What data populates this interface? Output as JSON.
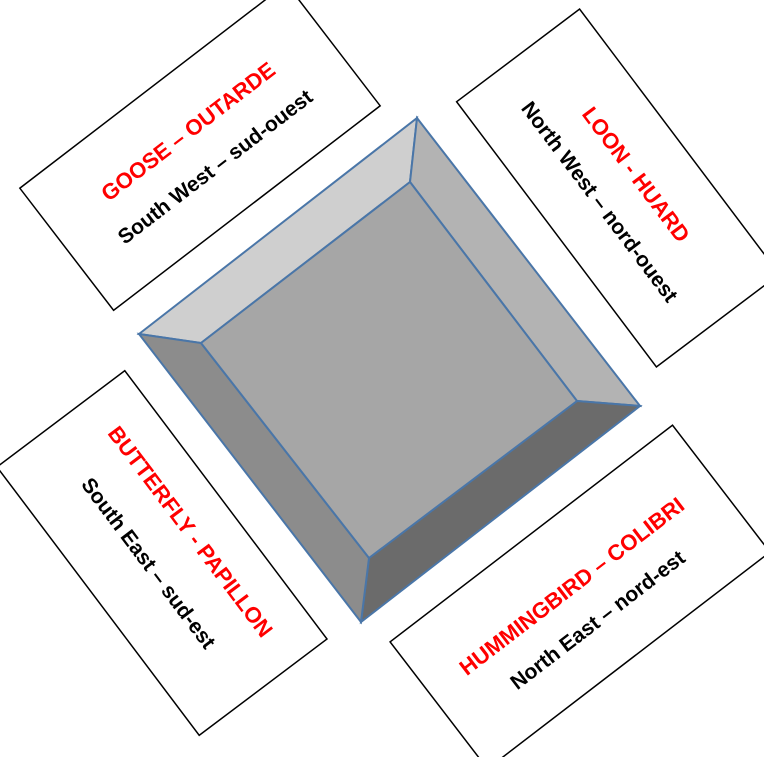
{
  "colors": {
    "title": "#ff0000",
    "subtitle": "#000000",
    "card_border": "#000000",
    "bevel_edge": "#4a76a8",
    "face_center": "#a6a6a6",
    "face_top": "#cfcfcf",
    "face_right": "#b3b3b3",
    "face_left": "#8c8c8c",
    "face_bottom": "#6b6b6b"
  },
  "cards": {
    "goose": {
      "title": "GOOSE – OUTARDE",
      "subtitle": "South West – sud-ouest"
    },
    "loon": {
      "title": "LOON - HUARD",
      "subtitle": "North West – nord-ouest"
    },
    "butterfly": {
      "title": "BUTTERFLY - PAPILLON",
      "subtitle": "South East – sud-est"
    },
    "hummingbird": {
      "title": "HUMMINGBIRD – COLIBRI",
      "subtitle": "North East – nord-est"
    }
  }
}
